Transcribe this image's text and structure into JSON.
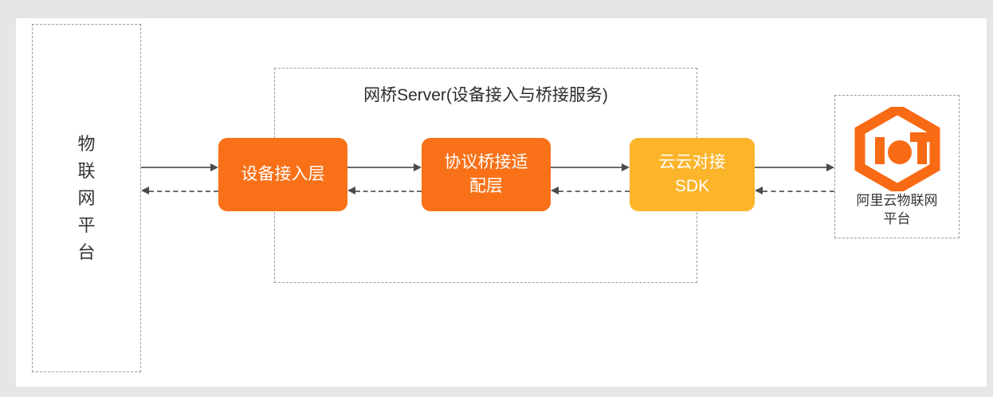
{
  "canvas": {
    "page_background": "#e6e6e6",
    "canvas_background": "#ffffff"
  },
  "diagram": {
    "title_implicit": "IoT Bridge Server Architecture",
    "platform": {
      "label": "物\n联\n网\n平\n台",
      "style": "dashed-rectangle"
    },
    "bridge_container": {
      "title": "网桥Server(设备接入与桥接服务)",
      "style": "dashed-rectangle"
    },
    "nodes": [
      {
        "id": "device-access-layer",
        "label": "设备接入层",
        "color": "#f87118",
        "text_color": "#ffffff"
      },
      {
        "id": "protocol-bridge-adapter-layer",
        "label": "协议桥接适\n配层",
        "color": "#f87118",
        "text_color": "#ffffff"
      },
      {
        "id": "cloud-to-cloud-sdk",
        "label": "云云对接\nSDK",
        "color": "#fcb42a",
        "text_color": "#ffffff"
      }
    ],
    "aliyun": {
      "caption": "阿里云物联网\n平台",
      "logo_name": "iot-hexagon-logo",
      "logo_color": "#f96a14",
      "style": "dashed-rectangle"
    },
    "connectors": [
      {
        "id": "platform-to-access",
        "direction": "right",
        "line": "solid",
        "color": "#6b6b6b"
      },
      {
        "id": "access-to-platform",
        "direction": "left",
        "line": "dashed",
        "color": "#6b6b6b"
      },
      {
        "id": "access-to-adapter",
        "direction": "right",
        "line": "solid",
        "color": "#6b6b6b"
      },
      {
        "id": "adapter-to-access",
        "direction": "left",
        "line": "dashed",
        "color": "#6b6b6b"
      },
      {
        "id": "adapter-to-sdk",
        "direction": "right",
        "line": "solid",
        "color": "#6b6b6b"
      },
      {
        "id": "sdk-to-adapter",
        "direction": "left",
        "line": "dashed",
        "color": "#6b6b6b"
      },
      {
        "id": "sdk-to-aliyun",
        "direction": "right",
        "line": "solid",
        "color": "#6b6b6b"
      },
      {
        "id": "aliyun-to-sdk",
        "direction": "left",
        "line": "dashed",
        "color": "#6b6b6b"
      }
    ]
  }
}
